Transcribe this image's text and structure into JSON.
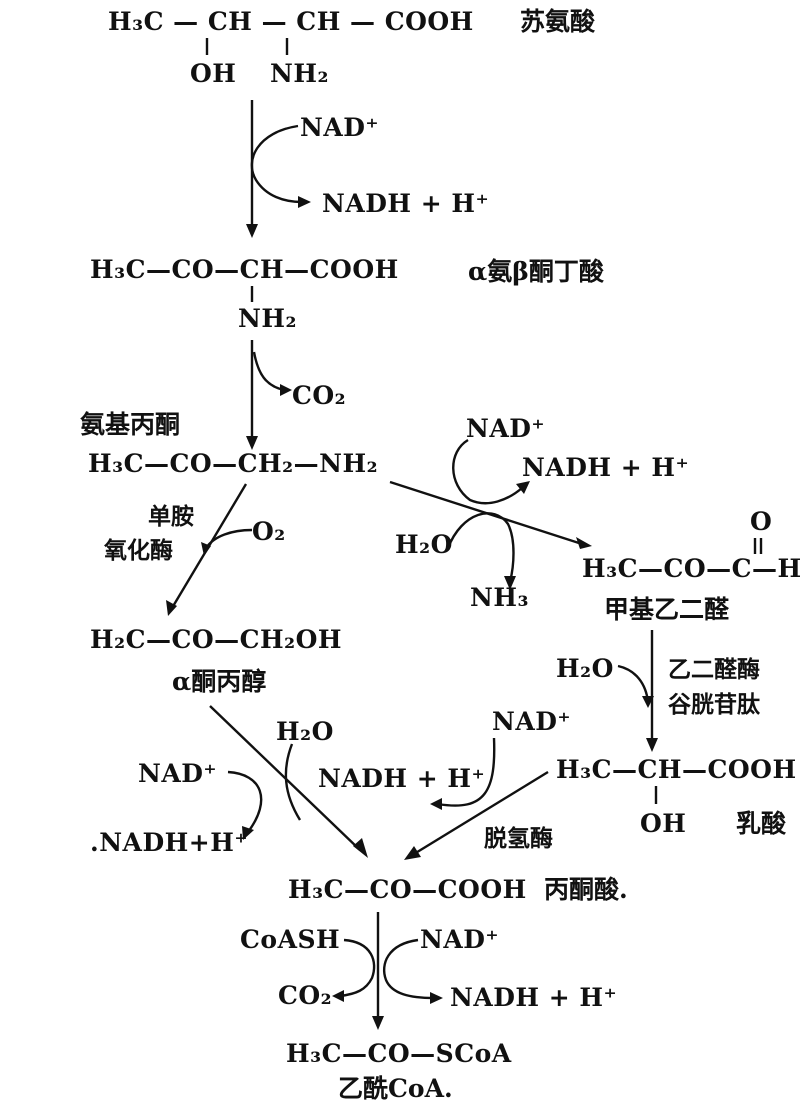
{
  "threonine": {
    "formula": "H₃C — CH — CH — COOH",
    "oh": "OH",
    "nh2": "NH₂",
    "name": "苏氨酸"
  },
  "step1": {
    "cofactor_in": "NAD⁺",
    "cofactor_out": "NADH + H⁺"
  },
  "amino_keto_butyrate": {
    "formula": "H₃C—CO—CH—COOH",
    "nh2": "NH₂",
    "name": "α氨β酮丁酸"
  },
  "step2": {
    "product": "CO₂"
  },
  "aminoacetone": {
    "name": "氨基丙酮",
    "formula": "H₃C—CO—CH₂—NH₂"
  },
  "monoamine_oxidase": {
    "enzyme_line1": "单胺",
    "enzyme_line2": "氧化酶",
    "cofactor": "O₂"
  },
  "methylglyoxal_branch": {
    "nad": "NAD⁺",
    "nadh": "NADH + H⁺",
    "water": "H₂O",
    "ammonia": "NH₃"
  },
  "methylglyoxal": {
    "o": "O",
    "formula": "H₃C—CO—C—H.",
    "name": "甲基乙二醛"
  },
  "acetol": {
    "formula": "H₂C—CO—CH₂OH",
    "name": "α酮丙醇"
  },
  "glyoxalase_step": {
    "water": "H₂O",
    "enzyme_line1": "乙二醛酶",
    "enzyme_line2": "谷胱苷肽"
  },
  "lactate": {
    "formula": "H₃C—CH—COOH",
    "oh": "OH",
    "name": "乳酸"
  },
  "acetol_to_pyruvate": {
    "nad": "NAD⁺",
    "nadh": ".NADH+H⁺",
    "water": "H₂O"
  },
  "lactate_to_pyruvate": {
    "nad": "NAD⁺",
    "nadh": "NADH + H⁺",
    "enzyme": "脱氢酶"
  },
  "pyruvate": {
    "formula": "H₃C—CO—COOH",
    "name": "丙酮酸."
  },
  "final_step": {
    "coash": "CoASH",
    "co2": "CO₂",
    "nad": "NAD⁺",
    "nadh": "NADH + H⁺"
  },
  "acetyl_coa": {
    "formula": "H₃C—CO—SCoA",
    "name": "乙酰CoA."
  }
}
